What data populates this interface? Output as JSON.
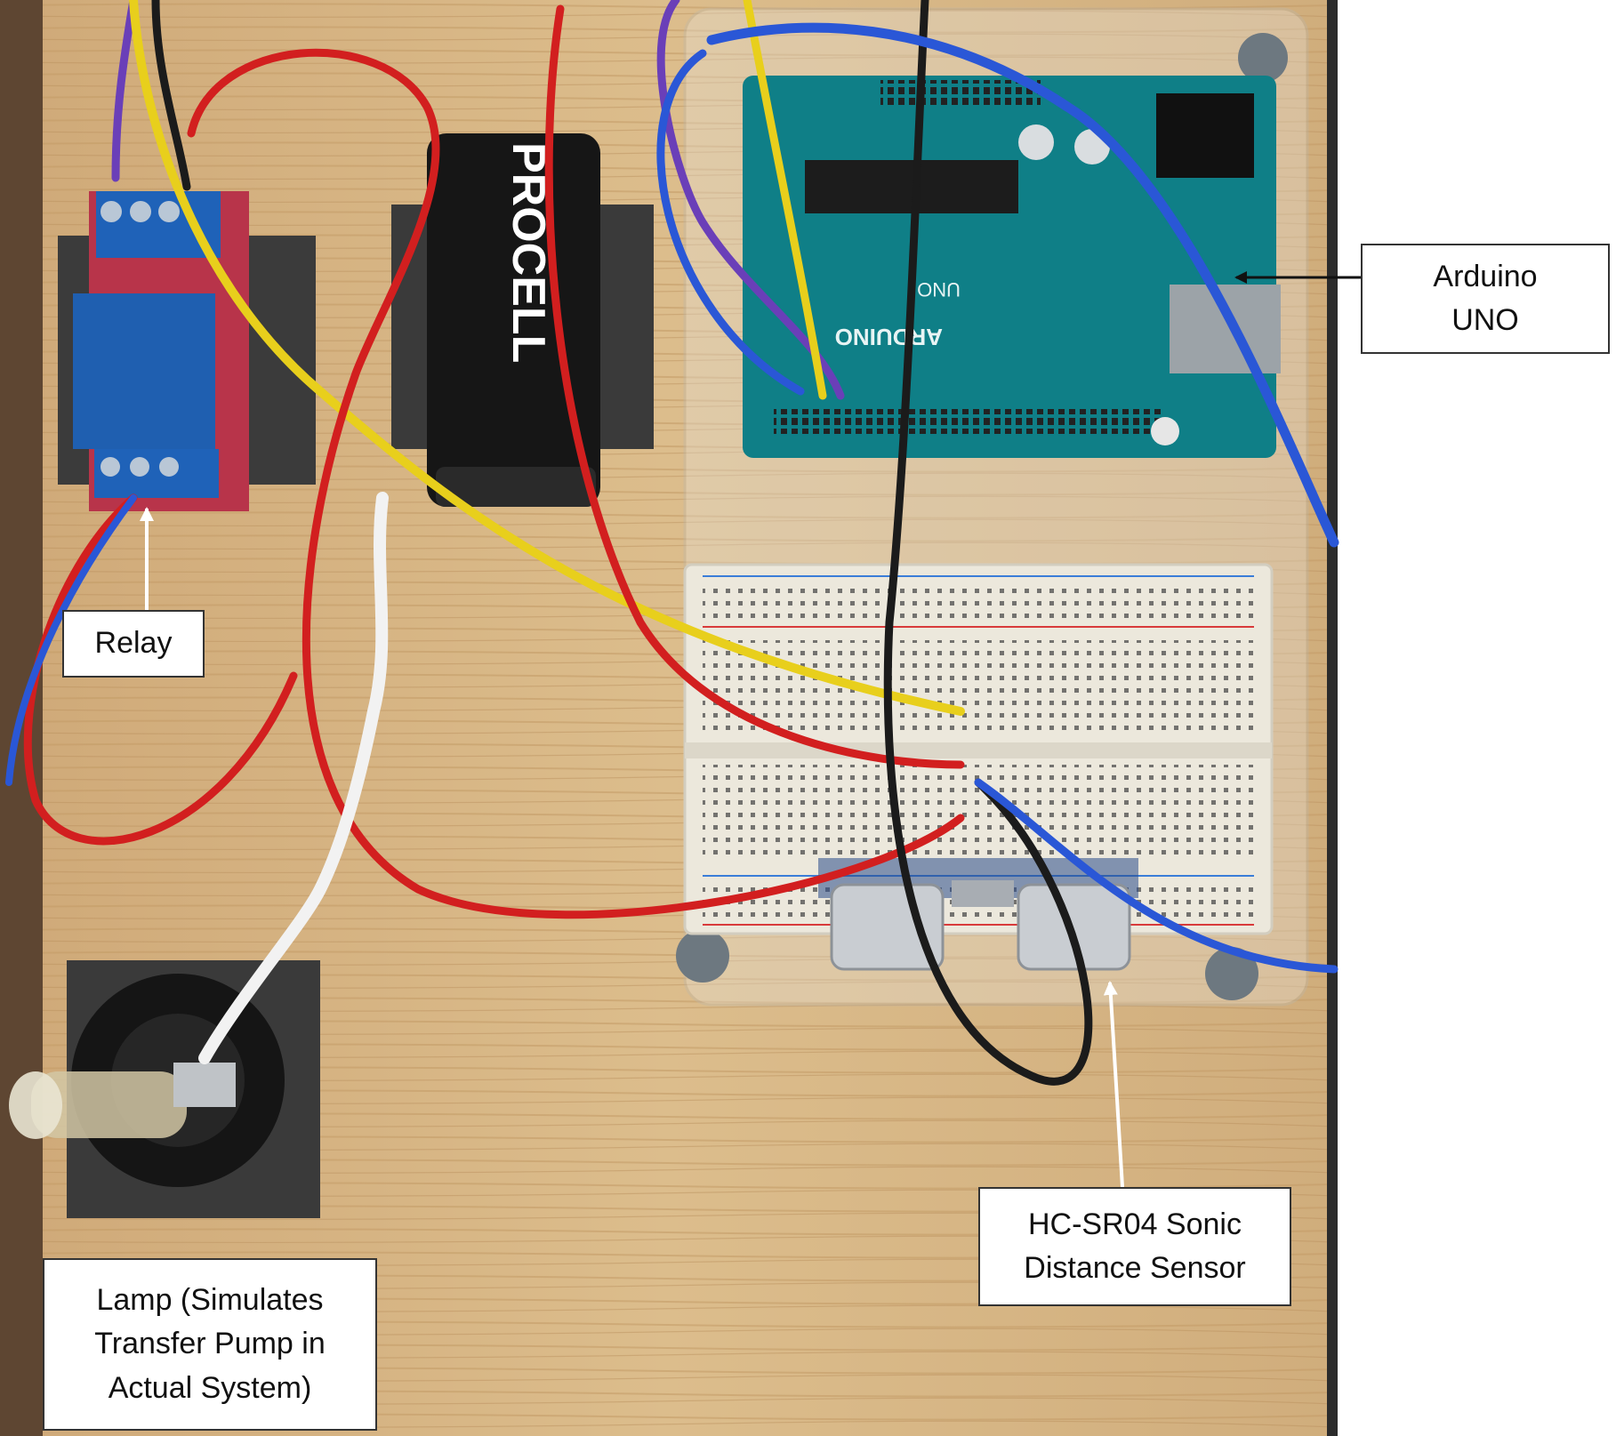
{
  "colors": {
    "wood": "#d9b887",
    "wood_grain": "#c69e6a",
    "arduino_board": "#0f7f87",
    "relay_board": "#b8344a",
    "relay_cube": "#1f5fb0",
    "breadboard": "#ece8dc",
    "battery": "#161616",
    "wire_red": "#d21f1f",
    "wire_yellow": "#e8cf1c",
    "wire_blue": "#2a57d6",
    "wire_black": "#1b1b1b",
    "wire_purple": "#6a3fb8",
    "callout_border": "#333333"
  },
  "board_markings": {
    "battery_brand": "PROCELL",
    "arduino_logo": "ARDUINO",
    "arduino_model": "UNO"
  },
  "labels": {
    "arduino": "Arduino\nUNO",
    "relay": "Relay",
    "sensor": "HC-SR04 Sonic\nDistance Sensor",
    "lamp": "Lamp (Simulates\nTransfer Pump in\nActual System)"
  }
}
